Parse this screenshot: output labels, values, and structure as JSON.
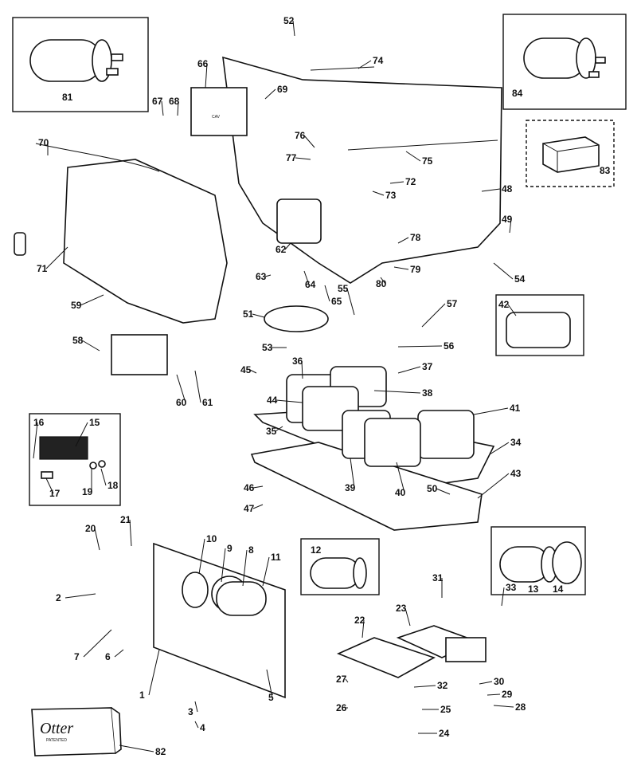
{
  "diagram": {
    "type": "exploded parts diagram",
    "part_labels": [
      "1",
      "2",
      "3",
      "4",
      "5",
      "6",
      "7",
      "8",
      "9",
      "10",
      "11",
      "12",
      "13",
      "14",
      "15",
      "16",
      "17",
      "18",
      "19",
      "20",
      "21",
      "22",
      "23",
      "24",
      "25",
      "26",
      "27",
      "28",
      "29",
      "30",
      "31",
      "32",
      "33",
      "34",
      "35",
      "36",
      "37",
      "38",
      "39",
      "40",
      "41",
      "42",
      "43",
      "44",
      "45",
      "46",
      "47",
      "48",
      "49",
      "50",
      "51",
      "52",
      "53",
      "54",
      "55",
      "56",
      "57",
      "58",
      "59",
      "60",
      "61",
      "62",
      "63",
      "64",
      "65",
      "66",
      "67",
      "68",
      "69",
      "70",
      "71",
      "72",
      "73",
      "74",
      "75",
      "76",
      "77",
      "78",
      "79",
      "80",
      "81",
      "82",
      "83",
      "84"
    ],
    "logo": {
      "brand": "Otter",
      "subtext": "PATENTED"
    },
    "component_marking": "CAV"
  }
}
